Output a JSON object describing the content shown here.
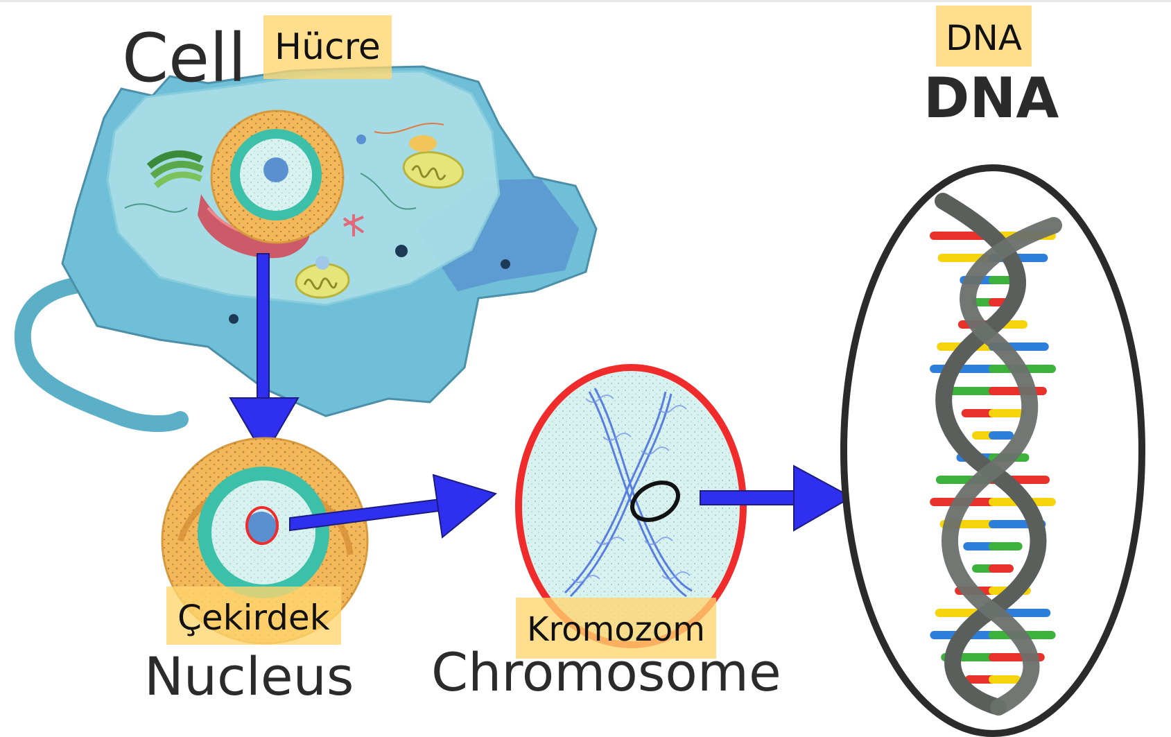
{
  "labels": {
    "cell": {
      "english": "Cell",
      "turkish": "Hücre"
    },
    "nucleus": {
      "english": "Nucleus",
      "turkish": "Çekirdek"
    },
    "chromosome": {
      "english": "Chromosome",
      "turkish": "Kromozom"
    },
    "dna": {
      "english": "DNA",
      "turkish": "DNA"
    }
  },
  "colors": {
    "cytoplasm": "#6fbfd8",
    "cell_outer": "#5ea8d6",
    "nucleus_outer": "#f2b85a",
    "nucleus_inner": "#3cc0aa",
    "nucleoplasm": "#d8f2f0",
    "arrow": "#2f2ff0",
    "highlight_ring": "#ef2b2b",
    "dna_backbone": "#5a5f5c",
    "label_highlight": "#ffd66e",
    "base_colors": [
      "#e8312b",
      "#f5d40e",
      "#2d7fdb",
      "#3cb23c"
    ]
  },
  "icons": [
    "cell-illustration",
    "nucleus-illustration",
    "chromosome-illustration",
    "dna-helix-illustration",
    "arrow-right-icon",
    "arrow-down-icon"
  ]
}
